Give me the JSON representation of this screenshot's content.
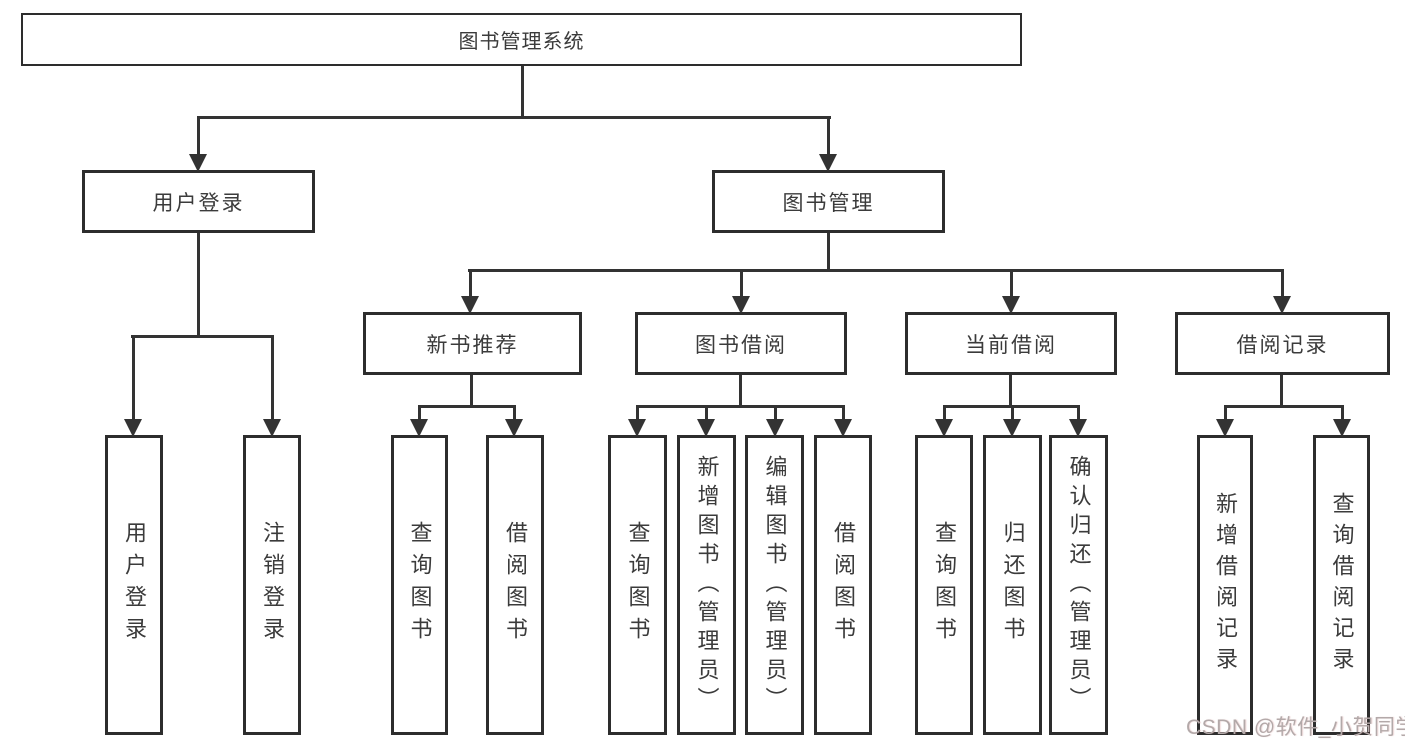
{
  "diagram": {
    "root": {
      "label": "图书管理系统"
    },
    "level2": [
      {
        "label": "用户登录"
      },
      {
        "label": "图书管理"
      }
    ],
    "level3": [
      {
        "label": "新书推荐"
      },
      {
        "label": "图书借阅"
      },
      {
        "label": "当前借阅"
      },
      {
        "label": "借阅记录"
      }
    ],
    "children": {
      "user_login": [
        "用户登录",
        "注销登录"
      ],
      "new_book_recommend": [
        "查询图书",
        "借阅图书"
      ],
      "book_borrow": [
        "查询图书",
        "新增图书（管理员）",
        "编辑图书（管理员）",
        "借阅图书"
      ],
      "current_borrow": [
        "查询图书",
        "归还图书",
        "确认归还（管理员）"
      ],
      "borrow_records": [
        "新增借阅记录",
        "查询借阅记录"
      ]
    }
  },
  "watermark": {
    "text": "CSDN @软件_小贺同学"
  },
  "colors": {
    "line": "#333333",
    "border": "#2d2d2d",
    "text": "#3b3b3b",
    "background": "#ffffff",
    "watermark": "#b3a9a9"
  }
}
